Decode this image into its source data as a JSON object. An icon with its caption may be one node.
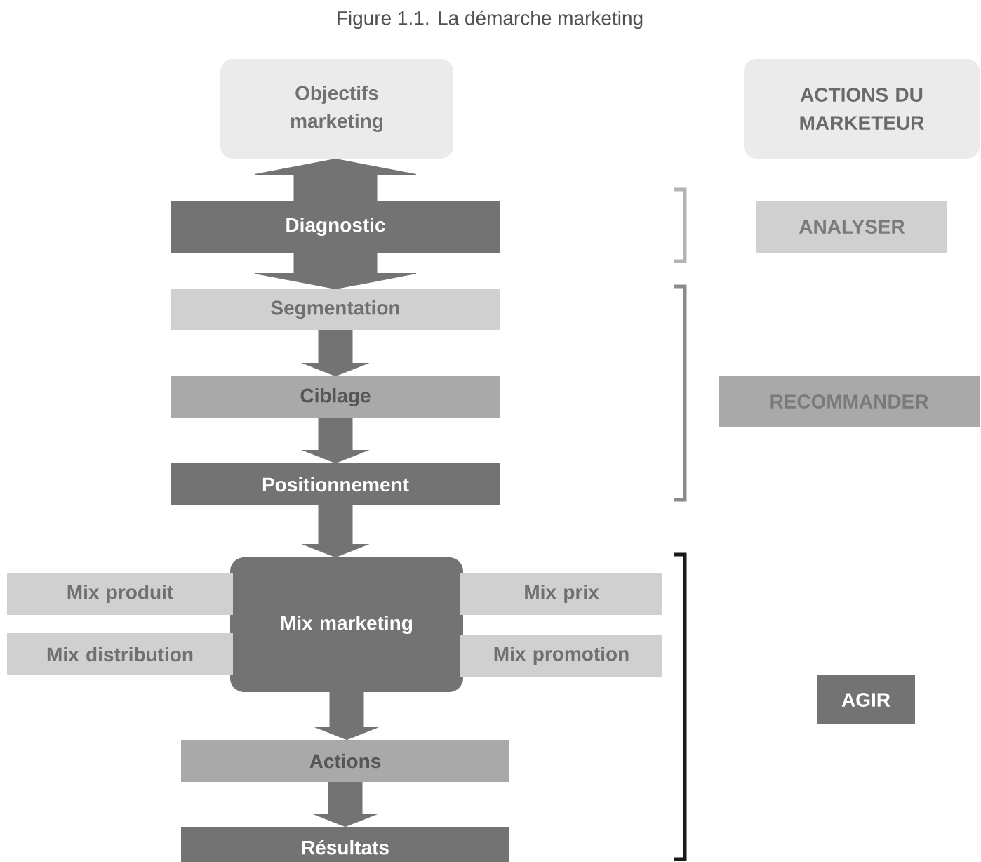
{
  "diagram": {
    "title": "Figure 1.1. La démarche marketing",
    "nodes": [
      {
        "text": [
          "Objectifs marketing"
        ]
      },
      {
        "text": [
          "ACTIONS DU MARKETEUR"
        ]
      },
      {
        "text": [
          "Diagnostic"
        ]
      },
      {
        "text": [
          "Segmentation"
        ]
      },
      {
        "text": [
          "Ciblage"
        ]
      },
      {
        "text": [
          "Positionnement"
        ]
      },
      {
        "text": [
          "Mix marketing"
        ]
      },
      {
        "text": [
          "Mix produit"
        ]
      },
      {
        "text": [
          "Mix distribution"
        ]
      },
      {
        "text": [
          "Mix prix"
        ]
      },
      {
        "text": [
          "Mix promotion"
        ]
      },
      {
        "text": [
          "Actions"
        ]
      },
      {
        "text": [
          "Résultats"
        ]
      },
      {
        "text": [
          "ANALYSER"
        ]
      },
      {
        "text": [
          "RECOMMANDER"
        ]
      },
      {
        "text": [
          "AGIR"
        ]
      }
    ],
    "edges": [
      {
        "from": 2,
        "to": 0,
        "arrow": "to",
        "style": "thick"
      },
      {
        "from": 2,
        "to": 3,
        "arrow": "to",
        "style": "thick"
      },
      {
        "from": 3,
        "to": 4,
        "arrow": "to",
        "style": "thick"
      },
      {
        "from": 4,
        "to": 5,
        "arrow": "to",
        "style": "thick"
      },
      {
        "from": 5,
        "to": 6,
        "arrow": "to",
        "style": "thick"
      },
      {
        "from": 6,
        "to": 11,
        "arrow": "to",
        "style": "thick"
      },
      {
        "from": 11,
        "to": 12,
        "arrow": "to",
        "style": "thick"
      }
    ]
  }
}
